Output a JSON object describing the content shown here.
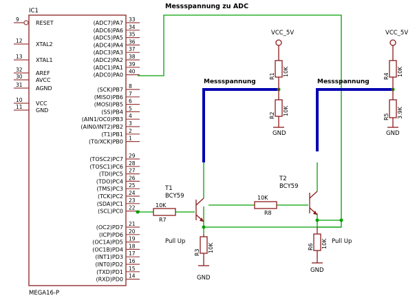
{
  "title": "Messspannung zu ADC",
  "ic": {
    "ref": "IC1",
    "part": "MEGA16-P",
    "left_pins": [
      {
        "num": "9",
        "name": "RESET"
      },
      {
        "num": "12",
        "name": "XTAL2"
      },
      {
        "num": "13",
        "name": "XTAL1"
      },
      {
        "num": "32",
        "name": "AREF"
      },
      {
        "num": "30",
        "name": "AVCC"
      },
      {
        "num": "31",
        "name": "AGND"
      },
      {
        "num": "10",
        "name": "VCC"
      },
      {
        "num": "11",
        "name": "GND"
      }
    ],
    "right_pins": [
      {
        "num": "33",
        "name": "(ADC7)PA7"
      },
      {
        "num": "34",
        "name": "(ADC6)PA6"
      },
      {
        "num": "35",
        "name": "(ADC5)PA5"
      },
      {
        "num": "36",
        "name": "(ADC4)PA4"
      },
      {
        "num": "37",
        "name": "(ADC3)PA3"
      },
      {
        "num": "38",
        "name": "(ADC2)PA2"
      },
      {
        "num": "39",
        "name": "(ADC1)PA1"
      },
      {
        "num": "40",
        "name": "(ADC0)PA0"
      },
      {
        "num": "8",
        "name": "(SCK)PB7"
      },
      {
        "num": "7",
        "name": "(MISO)PB6"
      },
      {
        "num": "6",
        "name": "(MOSI)PB5"
      },
      {
        "num": "5",
        "name": "(SS)PB4"
      },
      {
        "num": "4",
        "name": "(AIN1/OC0)PB3"
      },
      {
        "num": "3",
        "name": "(AIN0/INT2)PB2"
      },
      {
        "num": "2",
        "name": "(T1)PB1"
      },
      {
        "num": "1",
        "name": "(T0/XCK)PB0"
      },
      {
        "num": "29",
        "name": "(TOSC2)PC7"
      },
      {
        "num": "28",
        "name": "(TOSC1)PC6"
      },
      {
        "num": "27",
        "name": "(TDI)PC5"
      },
      {
        "num": "26",
        "name": "(TDO)PC4"
      },
      {
        "num": "25",
        "name": "(TMS)PC3"
      },
      {
        "num": "24",
        "name": "(TCK)PC2"
      },
      {
        "num": "23",
        "name": "(SDA)PC1"
      },
      {
        "num": "22",
        "name": "(SCL)PC0"
      },
      {
        "num": "21",
        "name": "(OC2)PD7"
      },
      {
        "num": "20",
        "name": "(ICP)PD6"
      },
      {
        "num": "19",
        "name": "(OC1A)PD5"
      },
      {
        "num": "18",
        "name": "(OC1B)PD4"
      },
      {
        "num": "17",
        "name": "(INT1)PD3"
      },
      {
        "num": "16",
        "name": "(INT0)PD2"
      },
      {
        "num": "15",
        "name": "(TXD)PD1"
      },
      {
        "num": "14",
        "name": "(RXD)PD0"
      }
    ]
  },
  "resistors": {
    "r1": {
      "ref": "R1",
      "value": "10K"
    },
    "r2": {
      "ref": "R2",
      "value": "10K"
    },
    "r3": {
      "ref": "R3",
      "value": "10K"
    },
    "r4": {
      "ref": "R4",
      "value": "10K"
    },
    "r5": {
      "ref": "R5",
      "value": "3.9K"
    },
    "r6": {
      "ref": "R6",
      "value": "10K"
    },
    "r7": {
      "ref": "R7",
      "value": "10K"
    },
    "r8": {
      "ref": "R8",
      "value": "10K"
    }
  },
  "transistors": {
    "t1": {
      "ref": "T1",
      "part": "BCY59"
    },
    "t2": {
      "ref": "T2",
      "part": "BCY59"
    }
  },
  "labels": {
    "vcc": "VCC_5V",
    "gnd": "GND",
    "messspannung": "Messspannung",
    "pull_up": "Pull Up"
  },
  "colors": {
    "component": "#8b1a1a",
    "wire": "#00a000",
    "bus": "#0000b0"
  }
}
